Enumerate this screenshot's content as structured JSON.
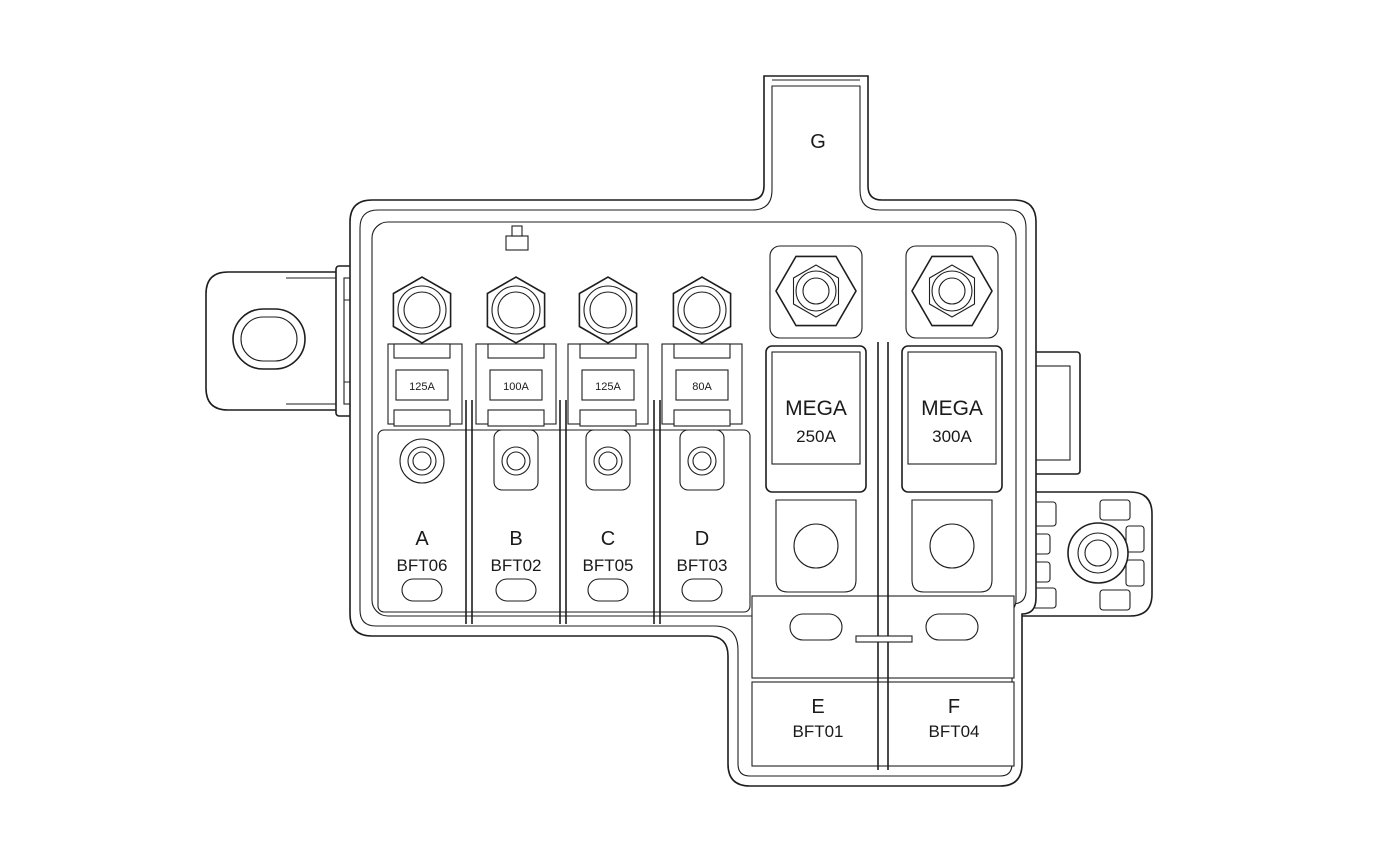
{
  "connector_label": "G",
  "fuses": [
    {
      "letter": "A",
      "code": "BFT06",
      "rating": "125A"
    },
    {
      "letter": "B",
      "code": "BFT02",
      "rating": "100A"
    },
    {
      "letter": "C",
      "code": "BFT05",
      "rating": "125A"
    },
    {
      "letter": "D",
      "code": "BFT03",
      "rating": "80A"
    }
  ],
  "mega_fuses": [
    {
      "letter": "E",
      "code": "BFT01",
      "type": "MEGA",
      "rating": "250A"
    },
    {
      "letter": "F",
      "code": "BFT04",
      "type": "MEGA",
      "rating": "300A"
    }
  ]
}
